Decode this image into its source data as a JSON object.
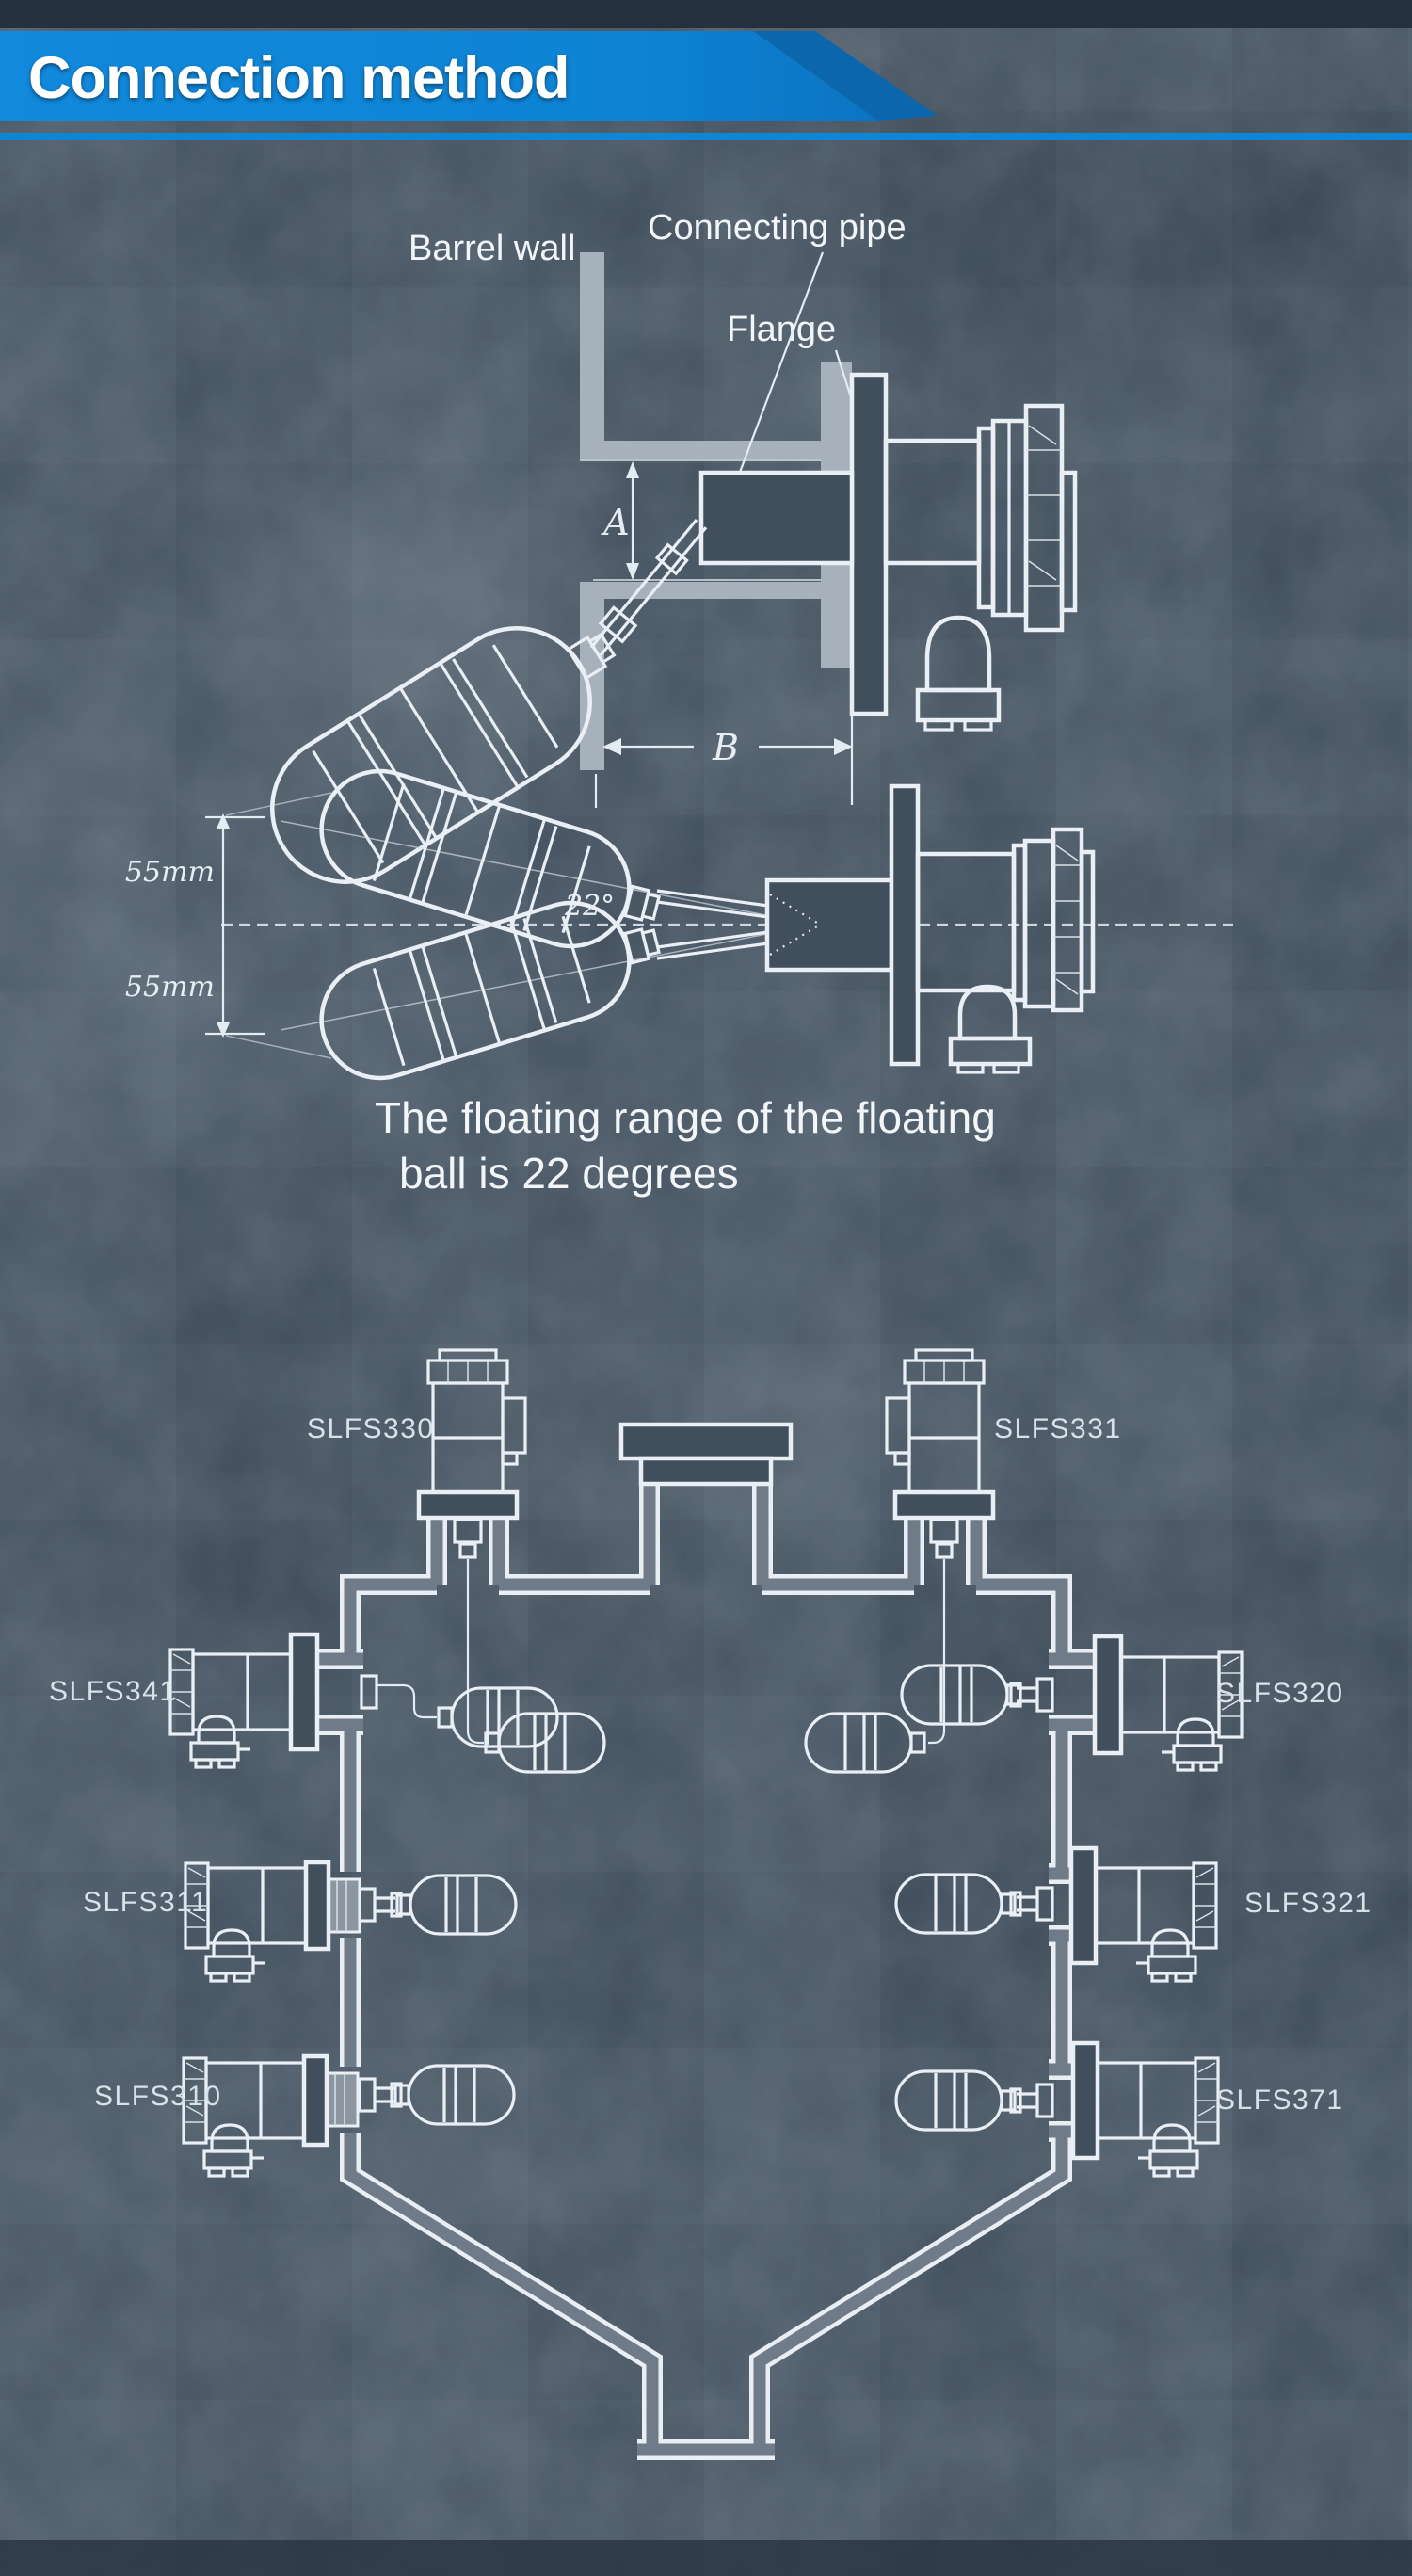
{
  "header": {
    "title": "Connection method",
    "banner_color": "#0d86d8",
    "banner_dark_edge": "#0b66ad"
  },
  "top_diagram": {
    "labels": {
      "barrel_wall": "Barrel wall",
      "connecting_pipe": "Connecting pipe",
      "flange": "Flange"
    },
    "dimensions": {
      "vertical_dim": "A",
      "horizontal_dim": "B"
    }
  },
  "middle_diagram": {
    "dimensions": {
      "upper_offset": "55mm",
      "lower_offset": "55mm",
      "angle": "22°"
    },
    "caption_line1": "The floating range of the floating",
    "caption_line2": "ball is 22 degrees"
  },
  "tank_diagram": {
    "devices": [
      {
        "label": "SLFS330",
        "position": "top-left"
      },
      {
        "label": "SLFS331",
        "position": "top-right"
      },
      {
        "label": "SLFS341",
        "position": "left-row-1"
      },
      {
        "label": "SLFS320",
        "position": "right-row-1"
      },
      {
        "label": "SLFS311",
        "position": "left-row-2"
      },
      {
        "label": "SLFS321",
        "position": "right-row-2"
      },
      {
        "label": "SLFS310",
        "position": "left-row-3"
      },
      {
        "label": "SLFS371",
        "position": "right-row-3"
      }
    ]
  },
  "colors": {
    "background": "#44515e",
    "line": "#e9eff5",
    "wall_gray": "#a7b1bb",
    "accent_blue": "#0d86d8"
  }
}
